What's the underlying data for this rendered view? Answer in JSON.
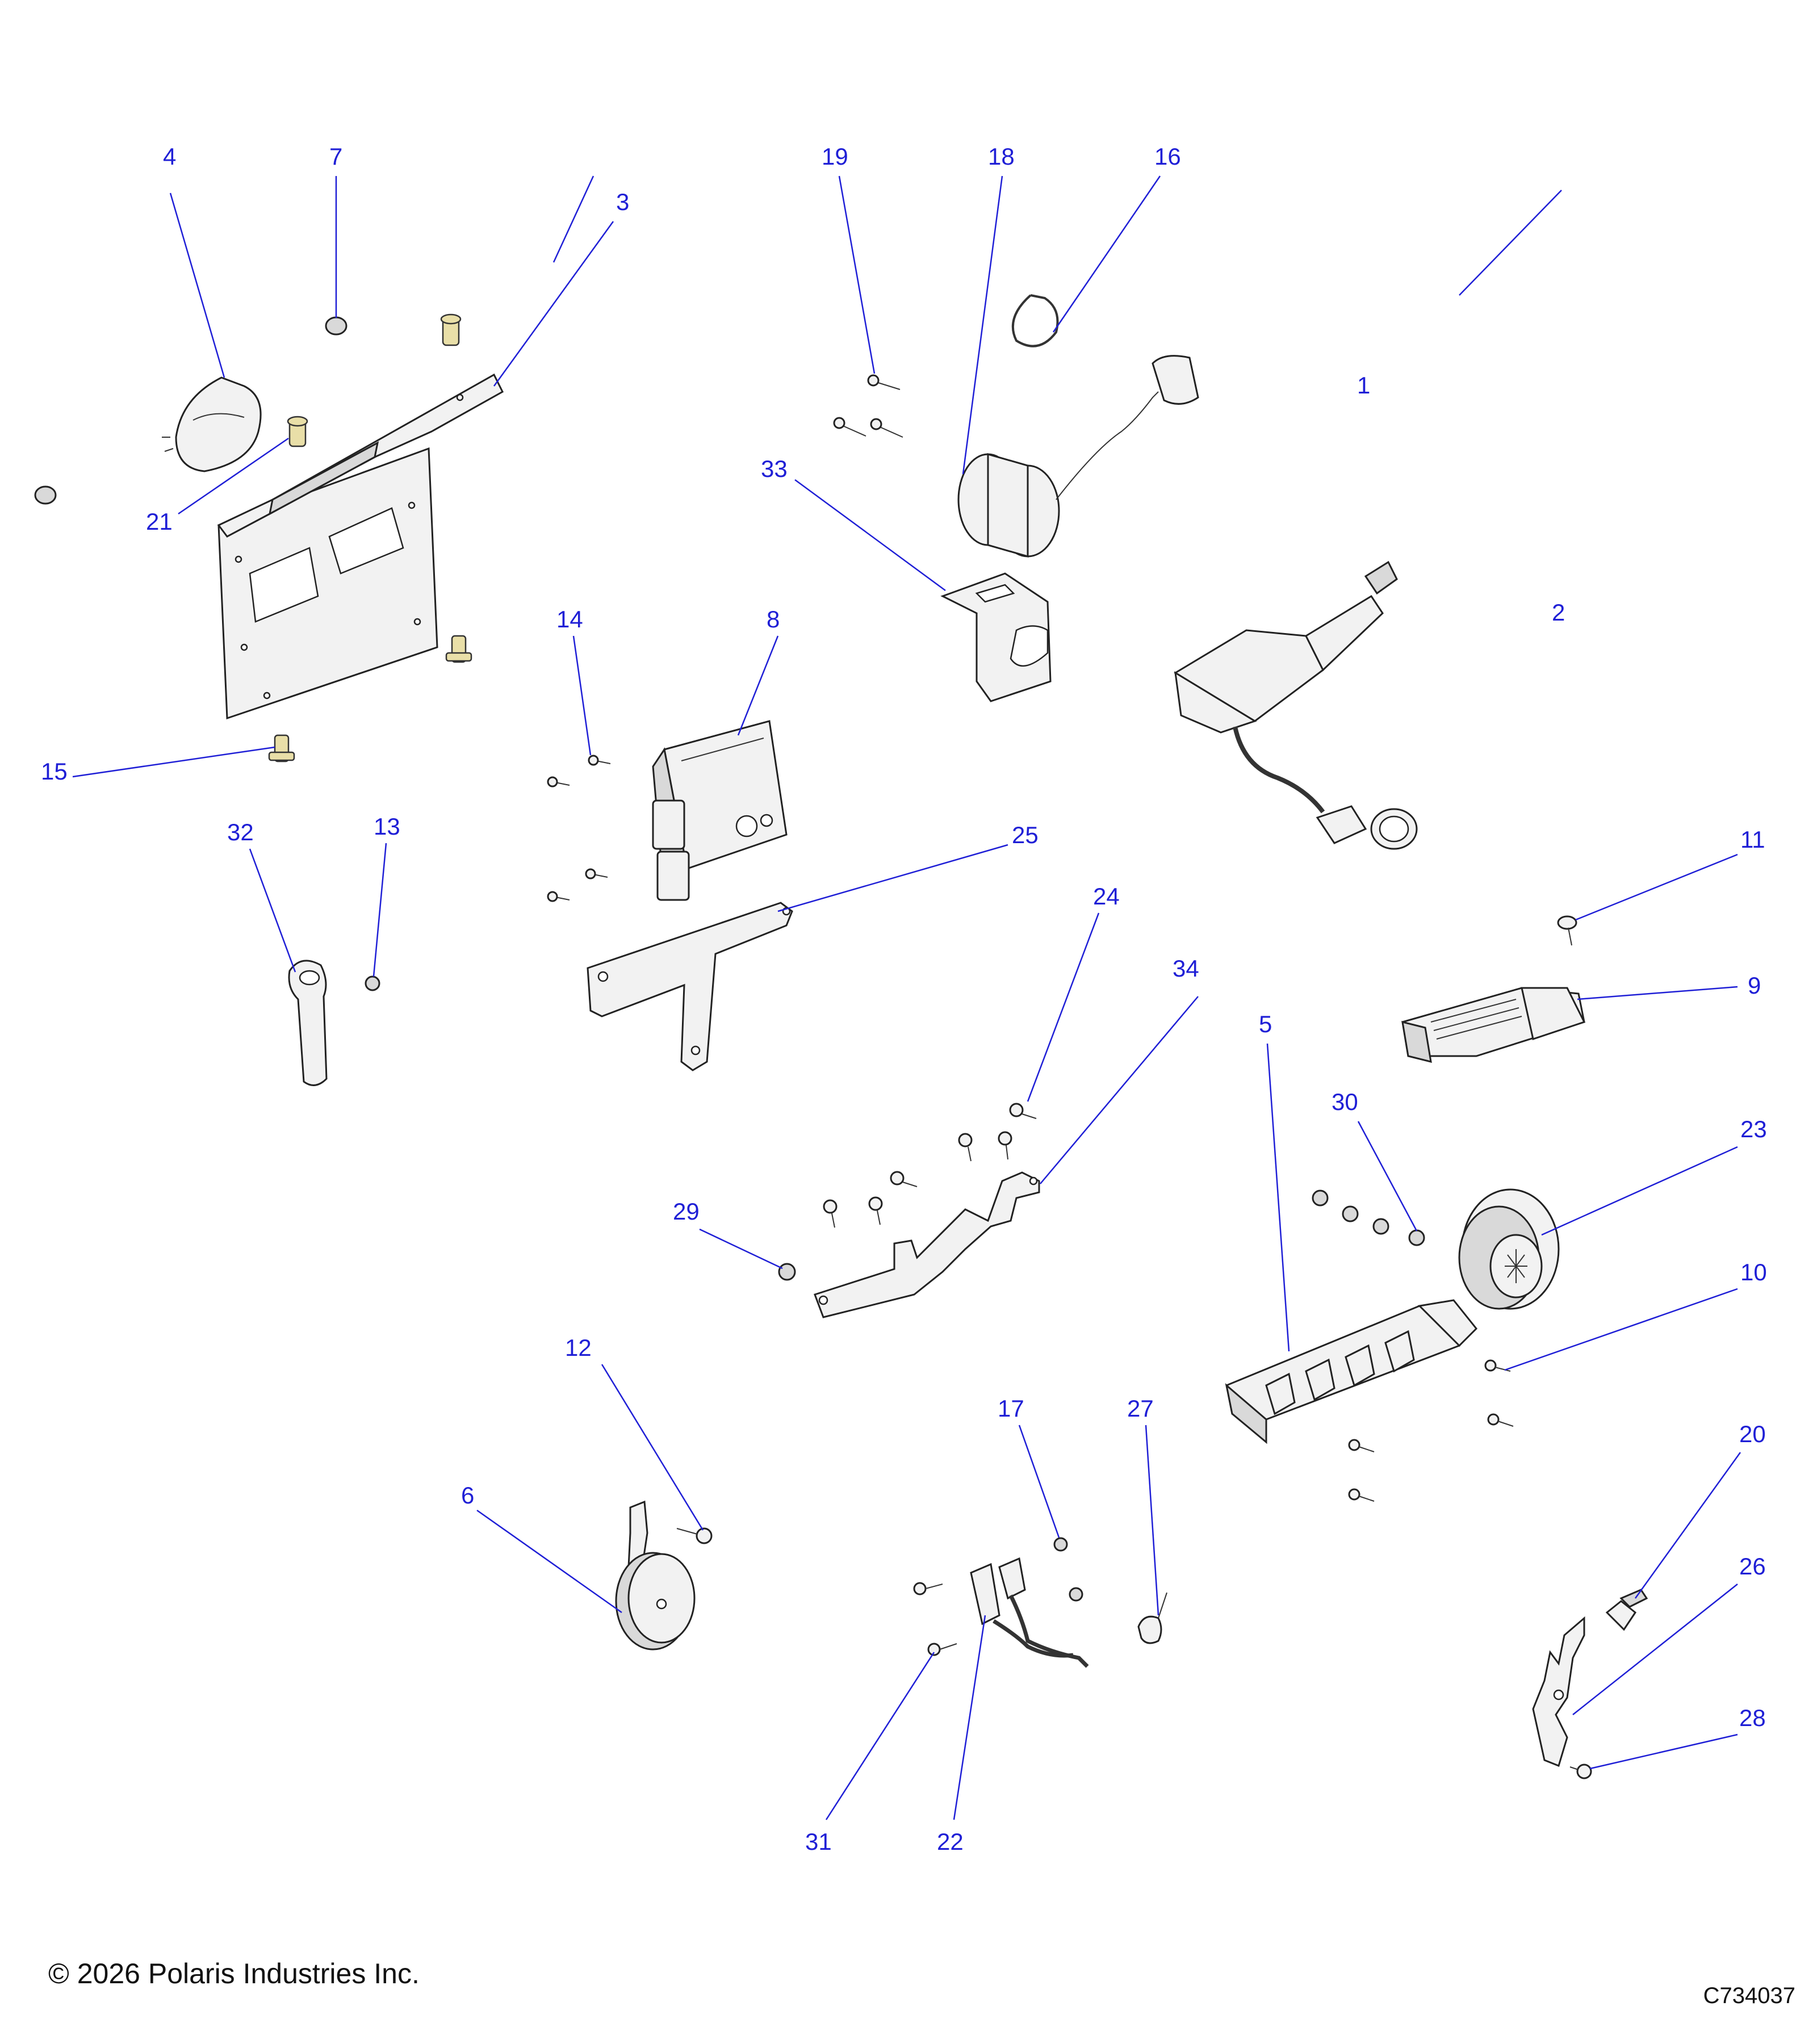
{
  "callouts": [
    {
      "id": "callout-1",
      "text": "1"
    },
    {
      "id": "callout-2",
      "text": "2"
    },
    {
      "id": "callout-3",
      "text": "3"
    },
    {
      "id": "callout-4",
      "text": "4"
    },
    {
      "id": "callout-5",
      "text": "5"
    },
    {
      "id": "callout-6",
      "text": "6"
    },
    {
      "id": "callout-7",
      "text": "7"
    },
    {
      "id": "callout-8",
      "text": "8"
    },
    {
      "id": "callout-9",
      "text": "9"
    },
    {
      "id": "callout-10",
      "text": "10"
    },
    {
      "id": "callout-11",
      "text": "11"
    },
    {
      "id": "callout-12",
      "text": "12"
    },
    {
      "id": "callout-13",
      "text": "13"
    },
    {
      "id": "callout-14",
      "text": "14"
    },
    {
      "id": "callout-15",
      "text": "15"
    },
    {
      "id": "callout-16",
      "text": "16"
    },
    {
      "id": "callout-17",
      "text": "17"
    },
    {
      "id": "callout-18",
      "text": "18"
    },
    {
      "id": "callout-19",
      "text": "19"
    },
    {
      "id": "callout-20",
      "text": "20"
    },
    {
      "id": "callout-21",
      "text": "21"
    },
    {
      "id": "callout-22",
      "text": "22"
    },
    {
      "id": "callout-23",
      "text": "23"
    },
    {
      "id": "callout-24",
      "text": "24"
    },
    {
      "id": "callout-25",
      "text": "25"
    },
    {
      "id": "callout-26",
      "text": "26"
    },
    {
      "id": "callout-27",
      "text": "27"
    },
    {
      "id": "callout-28",
      "text": "28"
    },
    {
      "id": "callout-29",
      "text": "29"
    },
    {
      "id": "callout-30",
      "text": "30"
    },
    {
      "id": "callout-31",
      "text": "31"
    },
    {
      "id": "callout-32",
      "text": "32"
    },
    {
      "id": "callout-33",
      "text": "33"
    },
    {
      "id": "callout-34",
      "text": "34"
    }
  ],
  "footer": {
    "copyright": "© 2026 Polaris Industries Inc.",
    "diagram_code": "C734037"
  },
  "colors": {
    "callout": "#1f1fd6",
    "line_art": "#222222",
    "brass": "#e9dfa8"
  }
}
